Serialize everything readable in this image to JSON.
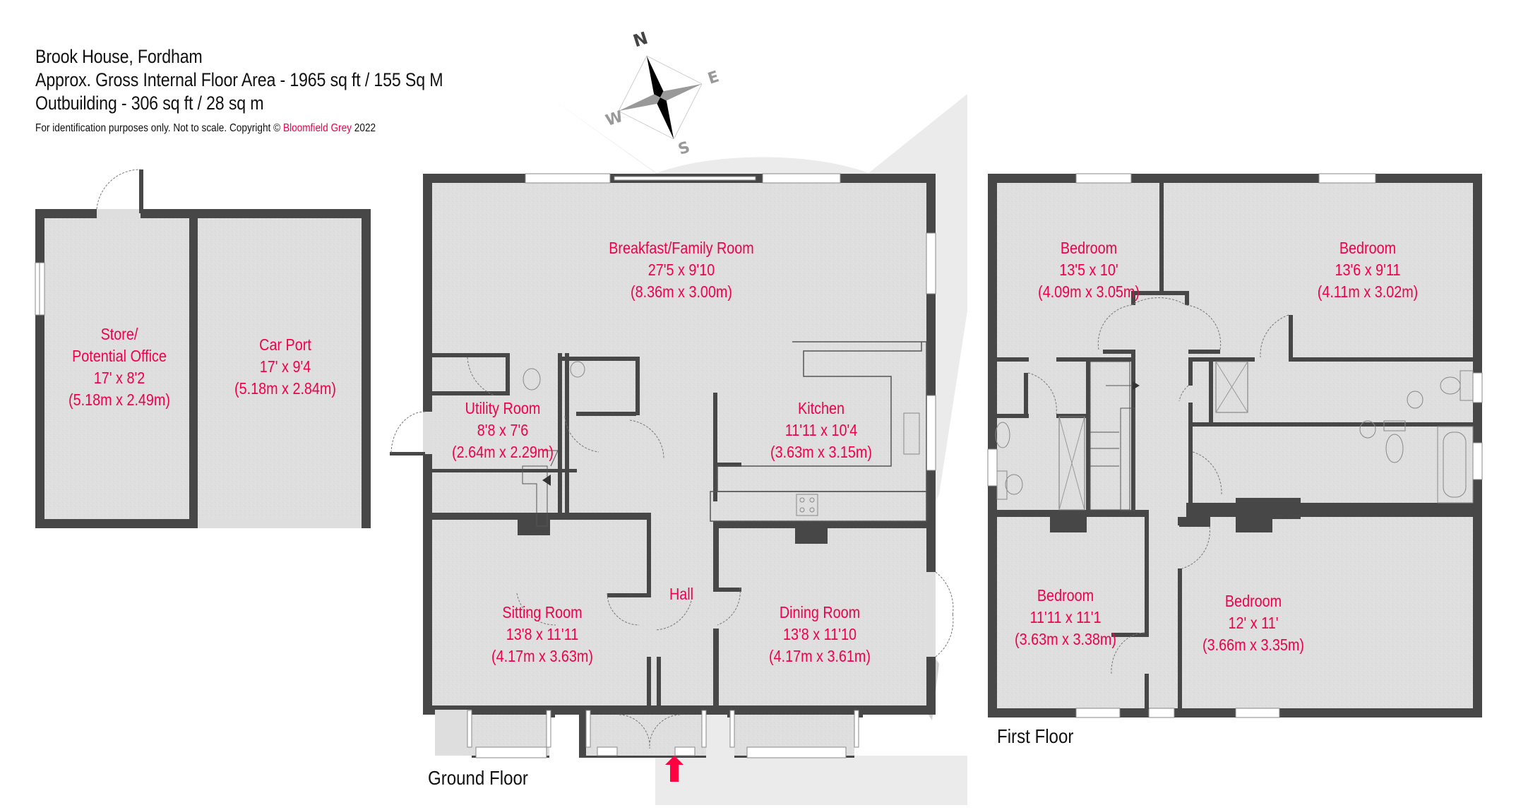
{
  "header": {
    "title": "Brook House, Fordham",
    "floor_area": "Approx. Gross Internal Floor Area - 1965 sq ft / 155 Sq M",
    "outbuilding_area": "Outbuilding - 306 sq ft / 28 sq m",
    "disclaimer_prefix": "For identification purposes only. Not to scale. Copyright © ",
    "brand": "Bloomfield Grey",
    "year": " 2022"
  },
  "compass": {
    "north": "N",
    "east": "E",
    "south": "S",
    "west": "W",
    "icon": "compass-rose-icon"
  },
  "colors": {
    "wall": "#474747",
    "floor": "#dedede",
    "label": "#f0004a",
    "watermark": "#c8c8c8",
    "entrance_arrow": "#ff0040"
  },
  "outbuilding": {
    "rooms": [
      {
        "name": "Store/",
        "name2": "Potential Office",
        "imperial": "17' x 8'2",
        "metric": "(5.18m x 2.49m)"
      },
      {
        "name": "Car Port",
        "imperial": "17' x 9'4",
        "metric": "(5.18m x 2.84m)"
      }
    ]
  },
  "ground_floor": {
    "label": "Ground Floor",
    "entrance_icon": "entrance-arrow-icon",
    "rooms": [
      {
        "name": "Breakfast/Family Room",
        "imperial": "27'5 x 9'10",
        "metric": "(8.36m x 3.00m)"
      },
      {
        "name": "Utility Room",
        "imperial": "8'8 x 7'6",
        "metric": "(2.64m x 2.29m)"
      },
      {
        "name": "Kitchen",
        "imperial": "11'11 x 10'4",
        "metric": "(3.63m x 3.15m)"
      },
      {
        "name": "Hall"
      },
      {
        "name": "Sitting Room",
        "imperial": "13'8 x 11'11",
        "metric": "(4.17m x 3.63m)"
      },
      {
        "name": "Dining Room",
        "imperial": "13'8 x 11'10",
        "metric": "(4.17m x 3.61m)"
      }
    ]
  },
  "first_floor": {
    "label": "First Floor",
    "rooms": [
      {
        "name": "Bedroom",
        "imperial": "13'5 x 10'",
        "metric": "(4.09m x 3.05m)"
      },
      {
        "name": "Bedroom",
        "imperial": "13'6 x 9'11",
        "metric": "(4.11m x 3.02m)"
      },
      {
        "name": "Bedroom",
        "imperial": "11'11 x 11'1",
        "metric": "(3.63m x 3.38m)"
      },
      {
        "name": "Bedroom",
        "imperial": "12' x 11'",
        "metric": "(3.66m x 3.35m)"
      }
    ]
  }
}
